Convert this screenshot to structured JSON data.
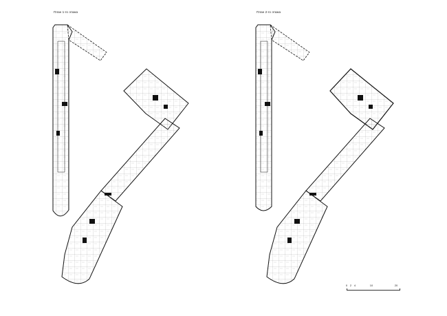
{
  "floor_plans": [
    {
      "title": "План 1-го этажа"
    },
    {
      "title": "План 2-го этажа"
    }
  ],
  "scale_bar": {
    "ticks": [
      "0",
      "2",
      "4",
      "10",
      "20"
    ]
  }
}
